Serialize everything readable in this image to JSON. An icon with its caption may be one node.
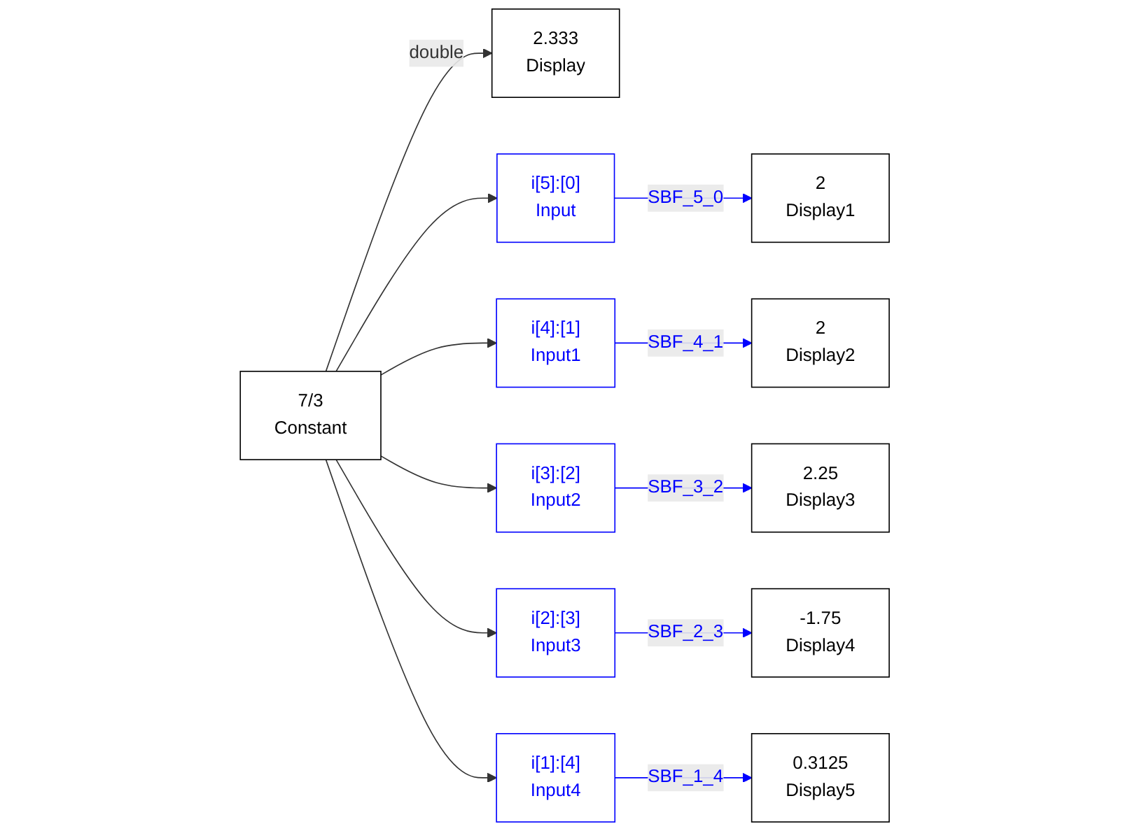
{
  "diagram": {
    "nodes": [
      {
        "text": [
          "7/3",
          "Constant"
        ]
      },
      {
        "text": [
          "2.333",
          "Display"
        ]
      },
      {
        "text": [
          "i[5]:[0]",
          "Input"
        ]
      },
      {
        "text": [
          "2",
          "Display1"
        ]
      },
      {
        "text": [
          "i[4]:[1]",
          "Input1"
        ]
      },
      {
        "text": [
          "2",
          "Display2"
        ]
      },
      {
        "text": [
          "i[3]:[2]",
          "Input2"
        ]
      },
      {
        "text": [
          "2.25",
          "Display3"
        ]
      },
      {
        "text": [
          "i[2]:[3]",
          "Input3"
        ]
      },
      {
        "text": [
          "-1.75",
          "Display4"
        ]
      },
      {
        "text": [
          "i[1]:[4]",
          "Input4"
        ]
      },
      {
        "text": [
          "0.3125",
          "Display5"
        ]
      }
    ],
    "edges": [
      {
        "from": 0,
        "to": 1,
        "arrow": "to",
        "label": "double"
      },
      {
        "from": 0,
        "to": 2,
        "arrow": "to"
      },
      {
        "from": 0,
        "to": 4,
        "arrow": "to"
      },
      {
        "from": 0,
        "to": 6,
        "arrow": "to"
      },
      {
        "from": 0,
        "to": 8,
        "arrow": "to"
      },
      {
        "from": 0,
        "to": 10,
        "arrow": "to"
      },
      {
        "from": 2,
        "to": 3,
        "arrow": "to",
        "label": "SBF_5_0",
        "color": "#0000ff"
      },
      {
        "from": 4,
        "to": 5,
        "arrow": "to",
        "label": "SBF_4_1",
        "color": "#0000ff"
      },
      {
        "from": 6,
        "to": 7,
        "arrow": "to",
        "label": "SBF_3_2",
        "color": "#0000ff"
      },
      {
        "from": 8,
        "to": 9,
        "arrow": "to",
        "label": "SBF_2_3",
        "color": "#0000ff"
      },
      {
        "from": 10,
        "to": 11,
        "arrow": "to",
        "label": "SBF_1_4",
        "color": "#0000ff"
      }
    ]
  }
}
